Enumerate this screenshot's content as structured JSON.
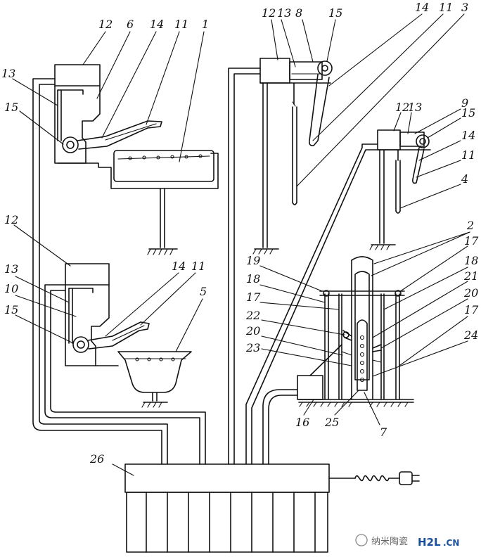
{
  "labels": {
    "l1": "1",
    "l2": "2",
    "l3": "3",
    "l4": "4",
    "l5": "5",
    "l6": "6",
    "l7": "7",
    "l8": "8",
    "l9": "9",
    "l10": "10",
    "l11": "11",
    "l12": "12",
    "l13": "13",
    "l14": "14",
    "l15": "15",
    "l16": "16",
    "l17": "17",
    "l18": "18",
    "l19": "19",
    "l20": "20",
    "l21": "21",
    "l22": "22",
    "l23": "23",
    "l24": "24",
    "l25": "25",
    "l26": "26"
  },
  "watermark": {
    "channel": "纳米陶瓷",
    "logo": "H2L",
    "logo_suffix": ".CN"
  },
  "colors": {
    "line": "#111111",
    "watermark": "#1a4f9c"
  }
}
